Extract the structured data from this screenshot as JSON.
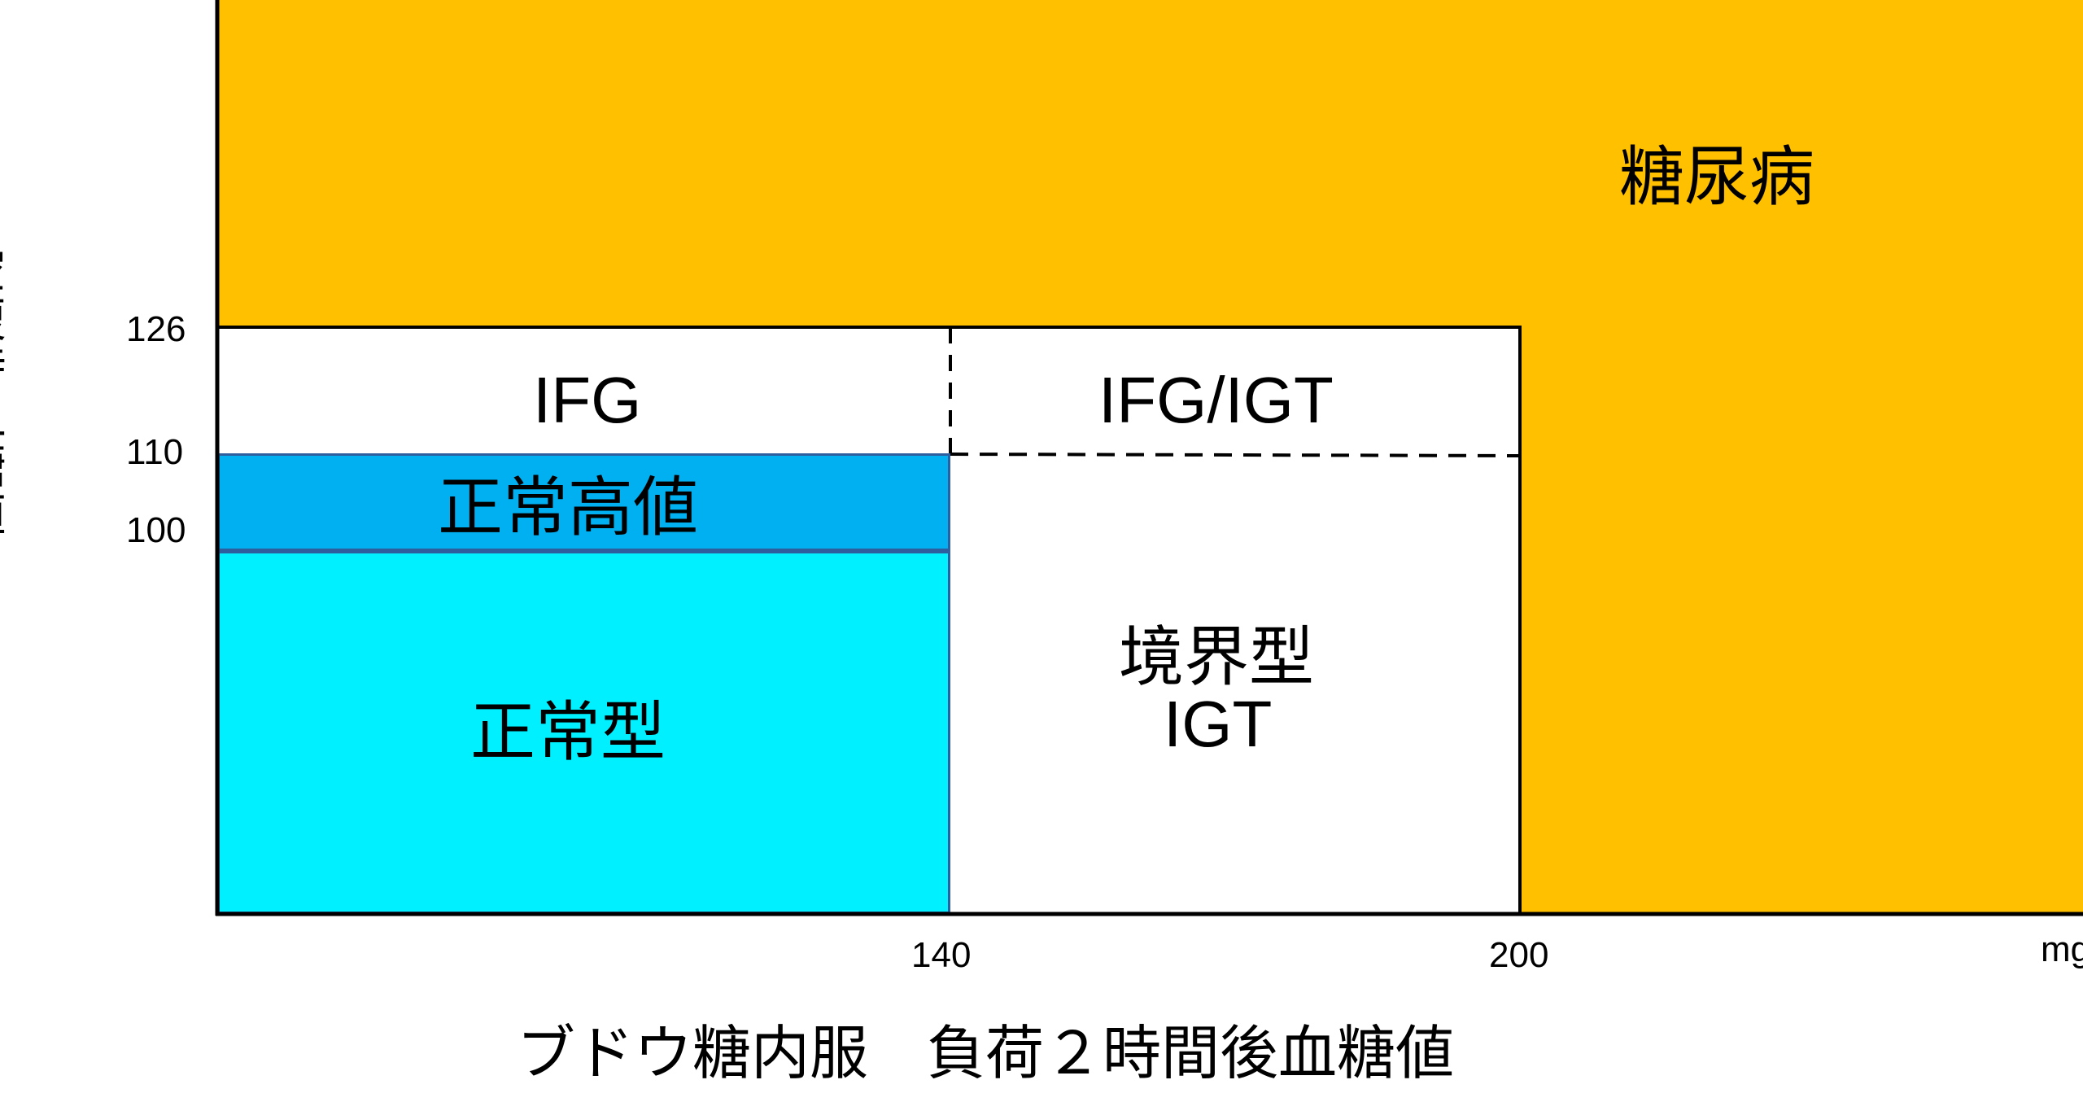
{
  "chart_data": {
    "type": "region-diagram",
    "xlabel": "ブドウ糖内服　負荷２時間後血糖値",
    "x_unit": "mg",
    "ylabel": "空腹時血糖値",
    "x_ticks": [
      "140",
      "200"
    ],
    "y_ticks": [
      "126",
      "110",
      "100"
    ],
    "regions": [
      {
        "name": "糖尿病",
        "color": "#FFC000"
      },
      {
        "name": "IFG",
        "color": "#FFFFFF"
      },
      {
        "name": "IFG/IGT",
        "color": "#FFFFFF"
      },
      {
        "name": "正常高値",
        "color": "#00B0F0"
      },
      {
        "name": "正常型",
        "color": "#00F0FF"
      },
      {
        "name": "境界型",
        "sub": "IGT",
        "color": "#FFFFFF"
      }
    ]
  }
}
